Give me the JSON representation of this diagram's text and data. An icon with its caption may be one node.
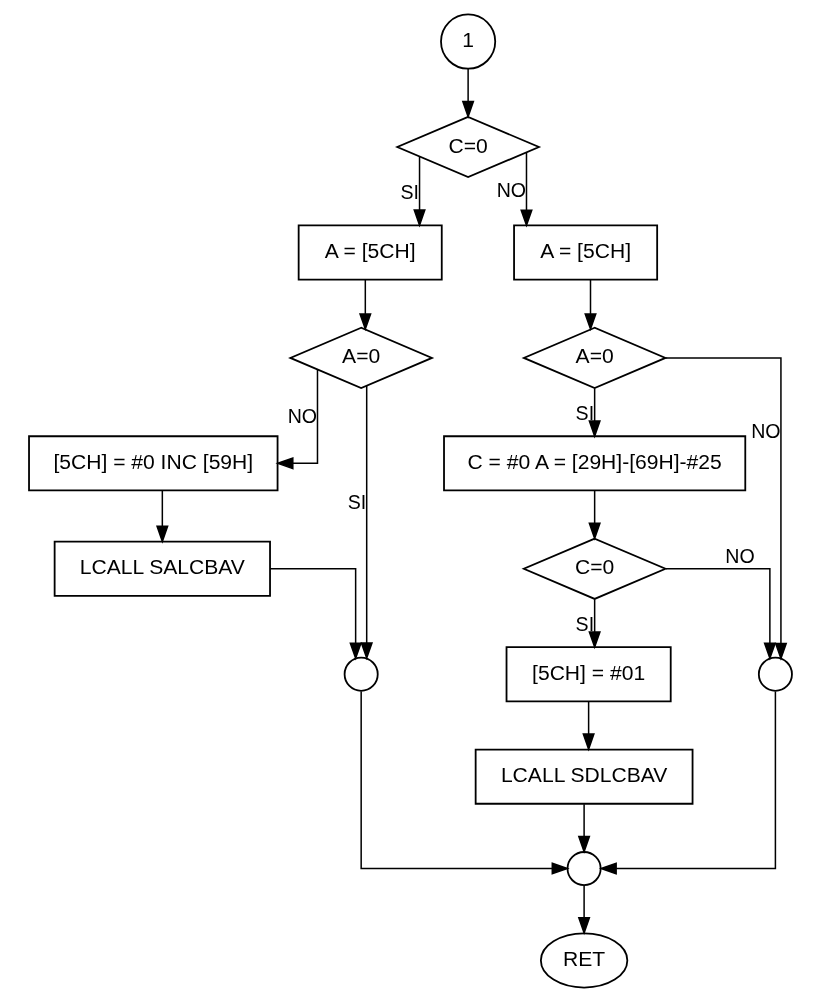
{
  "diagram": {
    "nodes": [
      {
        "text": [
          "1"
        ]
      },
      {
        "text": [
          "C=0"
        ]
      },
      {
        "text": [
          "A = [5CH]"
        ]
      },
      {
        "text": [
          "A = [5CH]"
        ]
      },
      {
        "text": [
          "A=0"
        ]
      },
      {
        "text": [
          "A=0"
        ]
      },
      {
        "text": [
          "[5CH] = #0 INC [59H]"
        ]
      },
      {
        "text": [
          "LCALL SALCBAV"
        ]
      },
      {
        "text": [
          "C = #0 A = [29H]-[69H]-#25"
        ]
      },
      {
        "text": [
          "C=0"
        ]
      },
      {
        "text": [],
        "shape": "circle"
      },
      {
        "text": [
          "[5CH] = #01"
        ]
      },
      {
        "text": [],
        "shape": "circle"
      },
      {
        "text": [
          "LCALL SDLCBAV"
        ]
      },
      {
        "text": [],
        "shape": "circle"
      },
      {
        "text": [
          "RET"
        ]
      }
    ],
    "edges": [
      {
        "from": 0,
        "to": 1,
        "arrow": "to"
      },
      {
        "from": 1,
        "to": 2,
        "arrow": "to",
        "label": "SI"
      },
      {
        "from": 1,
        "to": 3,
        "arrow": "to",
        "label": "NO"
      },
      {
        "from": 2,
        "to": 4,
        "arrow": "to"
      },
      {
        "from": 4,
        "to": 10,
        "arrow": "to",
        "label": "SI"
      },
      {
        "from": 4,
        "to": 6,
        "arrow": "to",
        "label": "NO"
      },
      {
        "from": 6,
        "to": 7,
        "arrow": "to"
      },
      {
        "from": 7,
        "to": 10,
        "arrow": "to"
      },
      {
        "from": 3,
        "to": 5,
        "arrow": "to"
      },
      {
        "from": 5,
        "to": 8,
        "arrow": "to",
        "label": "SI"
      },
      {
        "from": 5,
        "to": 12,
        "arrow": "to",
        "label": "NO"
      },
      {
        "from": 8,
        "to": 9,
        "arrow": "to"
      },
      {
        "from": 9,
        "to": 11,
        "arrow": "to",
        "label": "SI"
      },
      {
        "from": 9,
        "to": 12,
        "arrow": "to",
        "label": "NO"
      },
      {
        "from": 11,
        "to": 13,
        "arrow": "to"
      },
      {
        "from": 10,
        "to": 14,
        "arrow": "to"
      },
      {
        "from": 13,
        "to": 14,
        "arrow": "to"
      },
      {
        "from": 12,
        "to": 14,
        "arrow": "to"
      },
      {
        "from": 14,
        "to": 15,
        "arrow": "to"
      }
    ]
  }
}
